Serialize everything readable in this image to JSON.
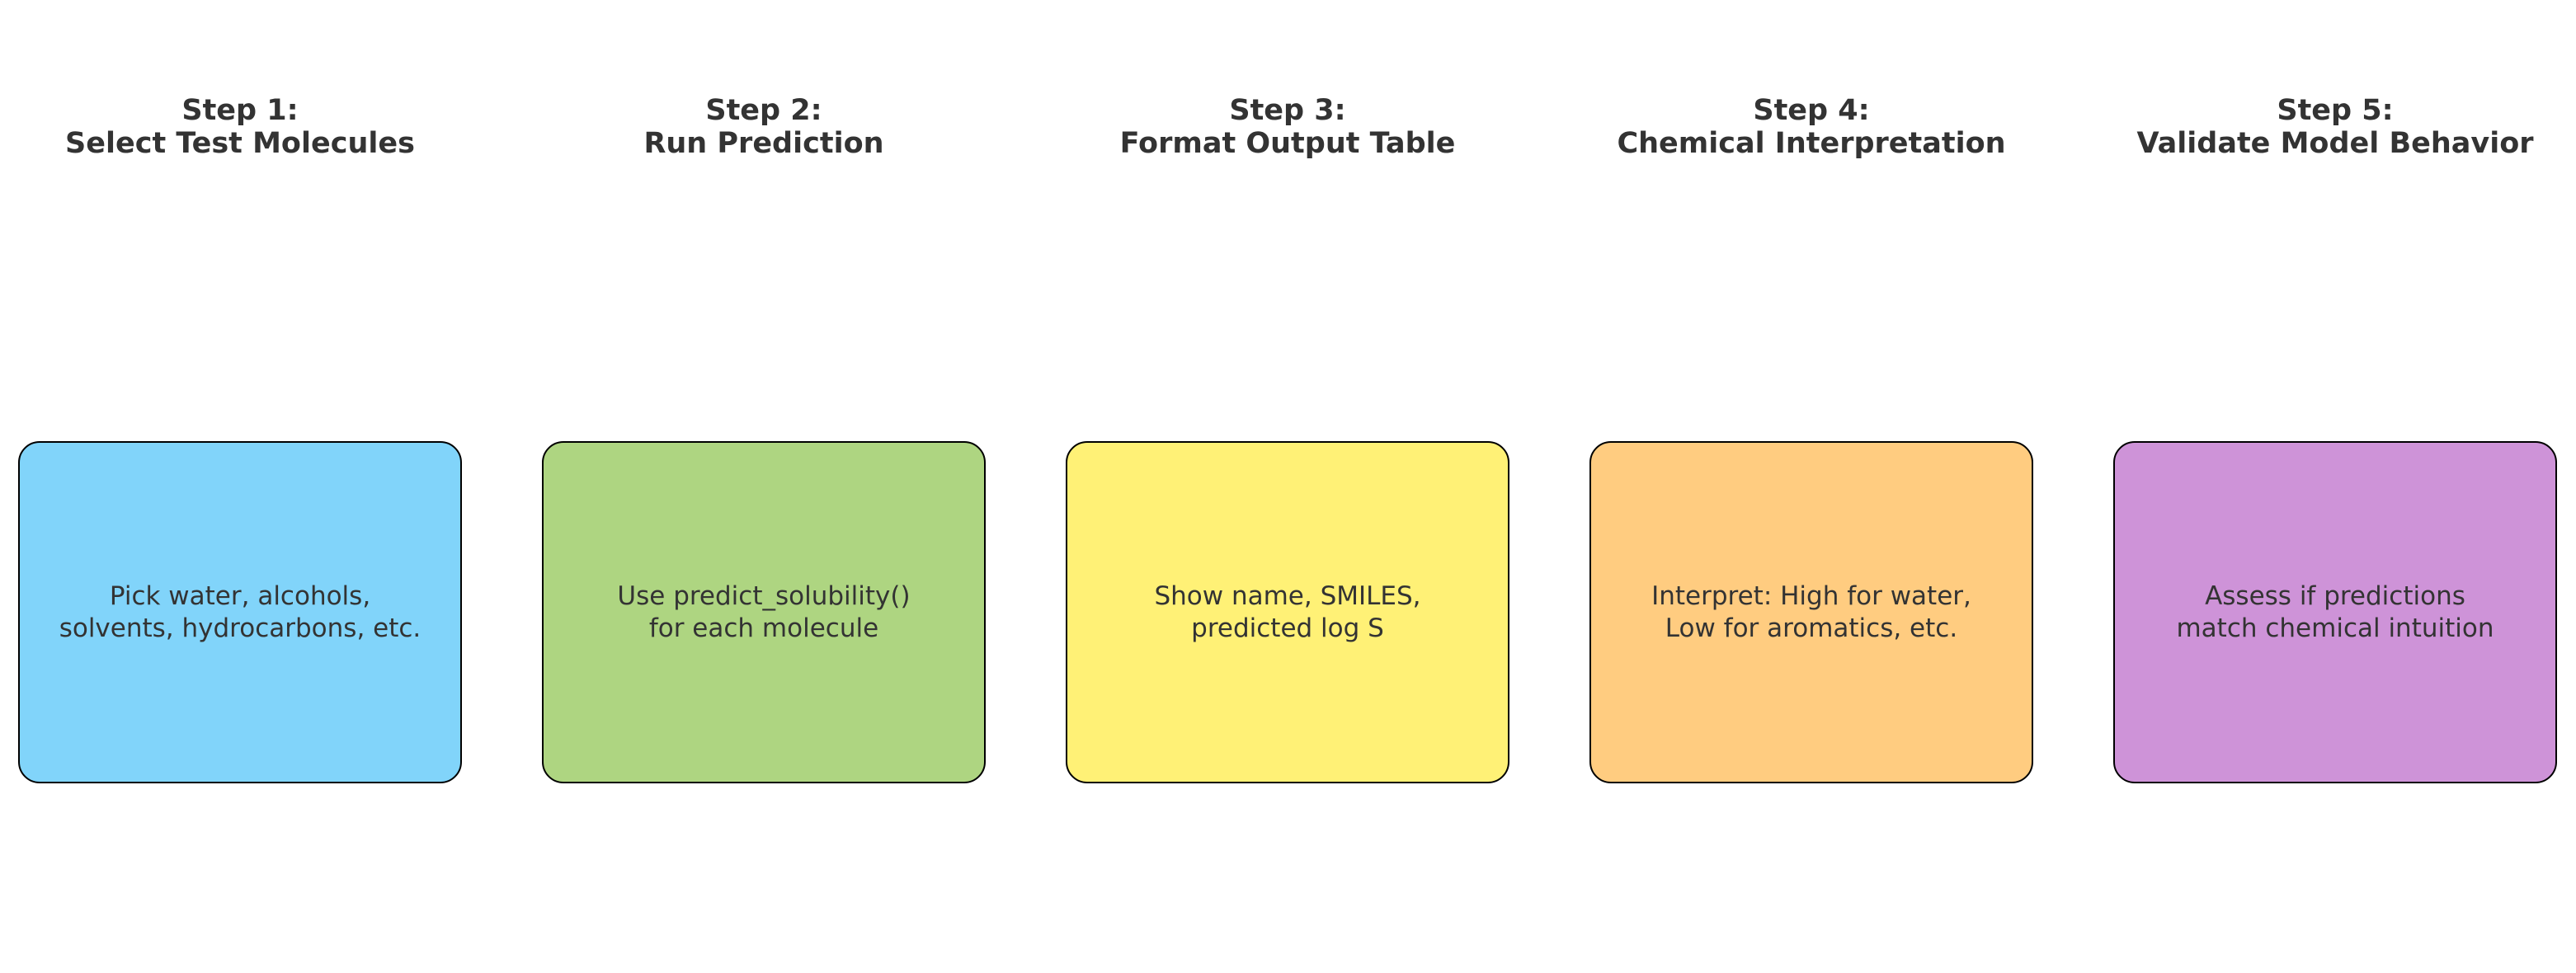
{
  "steps": [
    {
      "title_line1": "Step 1:",
      "title_line2": "Select Test Molecules",
      "desc_line1": "Pick water, alcohols,",
      "desc_line2": "solvents, hydrocarbons, etc.",
      "color": "#81d4fa"
    },
    {
      "title_line1": "Step 2:",
      "title_line2": "Run Prediction",
      "desc_line1": "Use predict_solubility()",
      "desc_line2": "for each molecule",
      "color": "#aed581"
    },
    {
      "title_line1": "Step 3:",
      "title_line2": "Format Output Table",
      "desc_line1": "Show name, SMILES,",
      "desc_line2": "predicted log S",
      "color": "#fff176"
    },
    {
      "title_line1": "Step 4:",
      "title_line2": "Chemical Interpretation",
      "desc_line1": "Interpret: High for water,",
      "desc_line2": "Low for aromatics, etc.",
      "color": "#ffcc80"
    },
    {
      "title_line1": "Step 5:",
      "title_line2": "Validate Model Behavior",
      "desc_line1": "Assess if predictions",
      "desc_line2": "match chemical intuition",
      "color": "#ce93d8"
    }
  ]
}
